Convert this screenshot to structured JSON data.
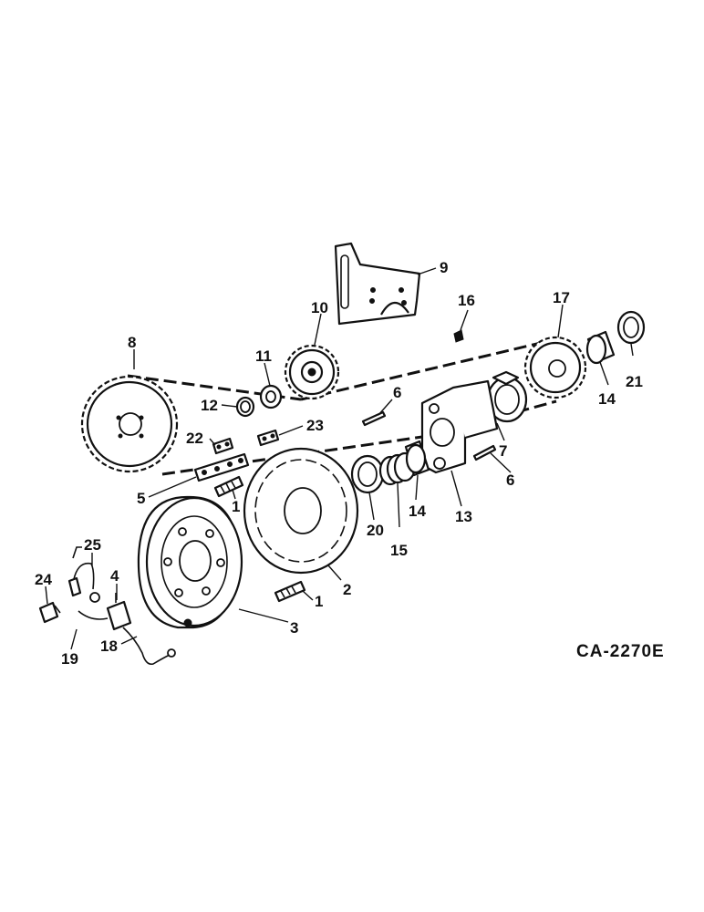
{
  "figure_code": "CA-2270E",
  "callouts": [
    "1",
    "1",
    "2",
    "3",
    "4",
    "5",
    "6",
    "6",
    "7",
    "8",
    "9",
    "10",
    "11",
    "12",
    "13",
    "14",
    "14",
    "15",
    "16",
    "17",
    "18",
    "19",
    "20",
    "21",
    "22",
    "23",
    "24",
    "25"
  ]
}
